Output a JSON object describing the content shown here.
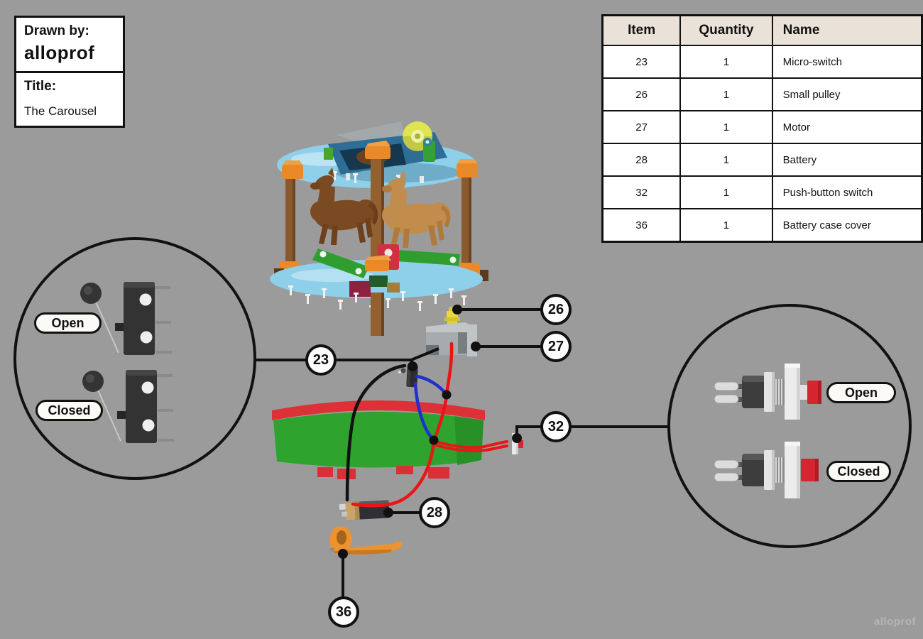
{
  "title_block": {
    "drawn_by_label": "Drawn by:",
    "drawn_by_value": "alloprof",
    "title_label": "Title:",
    "title_value": "The Carousel"
  },
  "parts_table": {
    "headers": [
      "Item",
      "Quantity",
      "Name"
    ],
    "rows": [
      [
        "23",
        "1",
        "Micro-switch"
      ],
      [
        "26",
        "1",
        "Small pulley"
      ],
      [
        "27",
        "1",
        "Motor"
      ],
      [
        "28",
        "1",
        "Battery"
      ],
      [
        "32",
        "1",
        "Push-button switch"
      ],
      [
        "36",
        "1",
        "Battery case cover"
      ]
    ]
  },
  "callouts": [
    {
      "number": "23"
    },
    {
      "number": "26"
    },
    {
      "number": "27"
    },
    {
      "number": "32"
    },
    {
      "number": "28"
    },
    {
      "number": "36"
    }
  ],
  "micro_switch_detail": {
    "open_label": "Open",
    "closed_label": "Closed"
  },
  "push_button_detail": {
    "open_label": "Open",
    "closed_label": "Closed"
  },
  "watermark": "alloprof",
  "colors": {
    "background": "#9b9b9b",
    "table_header_bg": "#eae2d9",
    "base_green": "#2ea32e",
    "rim_red": "#dc3136",
    "platform_blue": "#8ed0ea",
    "post_brown": "#936030",
    "cap_orange": "#e8892a",
    "pulley_yellow": "#dfe44f",
    "wire_red": "#e81616",
    "wire_blue": "#2030cc",
    "wire_black": "#111111",
    "button_red": "#d62530"
  }
}
